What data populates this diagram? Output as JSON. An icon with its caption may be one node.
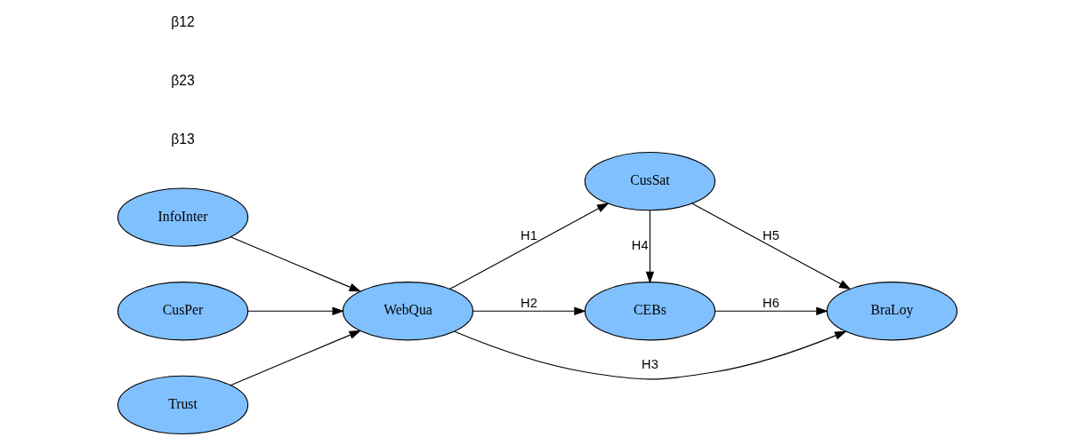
{
  "diagram": {
    "nodes": [
      {
        "text": [
          "InfoInter"
        ]
      },
      {
        "text": [
          "CusPer"
        ]
      },
      {
        "text": [
          "Trust"
        ]
      },
      {
        "text": [
          "WebQua"
        ]
      },
      {
        "text": [
          "CEBs"
        ]
      },
      {
        "text": [
          "CusSat"
        ]
      },
      {
        "text": [
          "BraLoy"
        ]
      }
    ],
    "edges": [
      {
        "from": 0,
        "to": 3,
        "arrow": "to"
      },
      {
        "from": 1,
        "to": 3,
        "arrow": "to"
      },
      {
        "from": 2,
        "to": 3,
        "arrow": "to"
      },
      {
        "from": 3,
        "to": 4,
        "arrow": "to",
        "label": "H2"
      },
      {
        "from": 3,
        "to": 6,
        "arrow": "to",
        "label": "H3"
      },
      {
        "from": 3,
        "to": 5,
        "arrow": "to",
        "label": "H1"
      },
      {
        "from": 5,
        "to": 4,
        "arrow": "to",
        "label": "H4"
      },
      {
        "from": 4,
        "to": 6,
        "arrow": "to",
        "label": "H6"
      },
      {
        "from": 5,
        "to": 6,
        "arrow": "to",
        "label": "H5"
      }
    ],
    "labels": [
      "β13",
      "β23",
      "β12"
    ]
  }
}
